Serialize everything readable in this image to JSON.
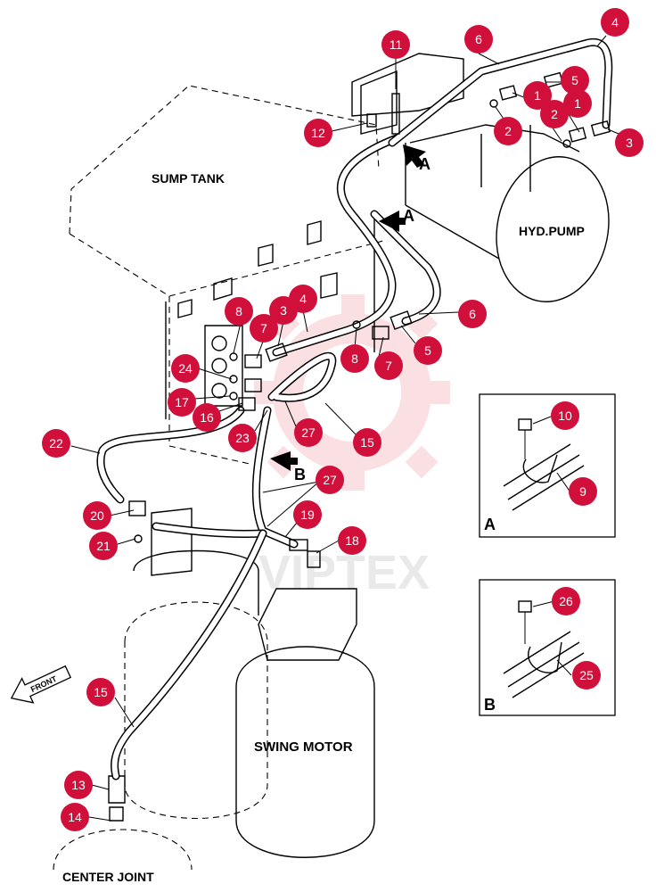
{
  "labels": {
    "sump_tank": "SUMP TANK",
    "hyd_pump": "HYD.PUMP",
    "swing_motor": "SWING MOTOR",
    "center_joint": "CENTER JOINT",
    "front": "FRONT",
    "view_a": "A",
    "view_b": "B",
    "arrow_a": "A",
    "arrow_b": "B",
    "watermark": "VIPTEX"
  },
  "callouts": [
    {
      "id": "c11",
      "text": "11"
    },
    {
      "id": "c6a",
      "text": "6"
    },
    {
      "id": "c4a",
      "text": "4"
    },
    {
      "id": "c5a",
      "text": "5"
    },
    {
      "id": "c1a",
      "text": "1"
    },
    {
      "id": "c1b",
      "text": "1"
    },
    {
      "id": "c2a",
      "text": "2"
    },
    {
      "id": "c2b",
      "text": "2"
    },
    {
      "id": "c3a",
      "text": "3"
    },
    {
      "id": "c12",
      "text": "12"
    },
    {
      "id": "c8a",
      "text": "8"
    },
    {
      "id": "c3b",
      "text": "3"
    },
    {
      "id": "c4b",
      "text": "4"
    },
    {
      "id": "c6b",
      "text": "6"
    },
    {
      "id": "c7a",
      "text": "7"
    },
    {
      "id": "c8b",
      "text": "8"
    },
    {
      "id": "c7b",
      "text": "7"
    },
    {
      "id": "c5b",
      "text": "5"
    },
    {
      "id": "c24",
      "text": "24"
    },
    {
      "id": "c17",
      "text": "17"
    },
    {
      "id": "c16",
      "text": "16"
    },
    {
      "id": "c23",
      "text": "23"
    },
    {
      "id": "c27a",
      "text": "27"
    },
    {
      "id": "c15a",
      "text": "15"
    },
    {
      "id": "c22",
      "text": "22"
    },
    {
      "id": "c27b",
      "text": "27"
    },
    {
      "id": "c20",
      "text": "20"
    },
    {
      "id": "c21",
      "text": "21"
    },
    {
      "id": "c19",
      "text": "19"
    },
    {
      "id": "c18",
      "text": "18"
    },
    {
      "id": "c15b",
      "text": "15"
    },
    {
      "id": "c13",
      "text": "13"
    },
    {
      "id": "c14",
      "text": "14"
    },
    {
      "id": "c10",
      "text": "10"
    },
    {
      "id": "c9",
      "text": "9"
    },
    {
      "id": "c26",
      "text": "26"
    },
    {
      "id": "c25",
      "text": "25"
    }
  ],
  "colors": {
    "callout": "#d0103a",
    "watermark": "#f6c8cc",
    "line": "#000000"
  }
}
